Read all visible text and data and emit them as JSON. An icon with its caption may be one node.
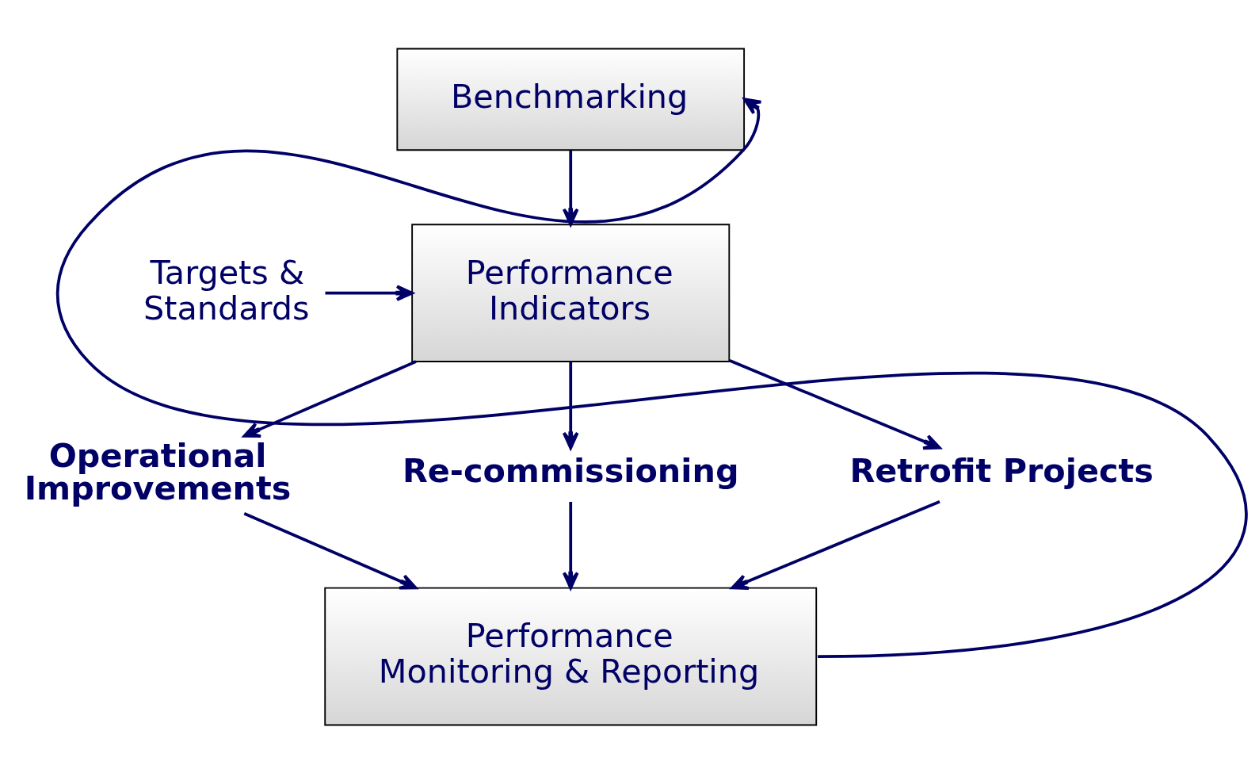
{
  "diagram": {
    "nodes": [
      {
        "text": [
          "Benchmarking"
        ]
      },
      {
        "text": [
          "Performance Indicators"
        ]
      },
      {
        "text": [
          "Targets & Standards"
        ]
      },
      {
        "text": [
          "Operational Improvements"
        ]
      },
      {
        "text": [
          "Re-commissioning"
        ]
      },
      {
        "text": [
          "Retrofit Projects"
        ]
      },
      {
        "text": [
          "Performance Monitoring & Reporting"
        ]
      }
    ],
    "edges": [
      {
        "from": 0,
        "to": 1,
        "arrow": "to"
      },
      {
        "from": 2,
        "to": 1,
        "arrow": "to"
      },
      {
        "from": 1,
        "to": 3,
        "arrow": "to"
      },
      {
        "from": 1,
        "to": 4,
        "arrow": "to"
      },
      {
        "from": 1,
        "to": 5,
        "arrow": "to"
      },
      {
        "from": 3,
        "to": 6,
        "arrow": "to"
      },
      {
        "from": 4,
        "to": 6,
        "arrow": "to"
      },
      {
        "from": 5,
        "to": 6,
        "arrow": "to"
      },
      {
        "from": 6,
        "to": 0,
        "arrow": "to"
      }
    ]
  }
}
